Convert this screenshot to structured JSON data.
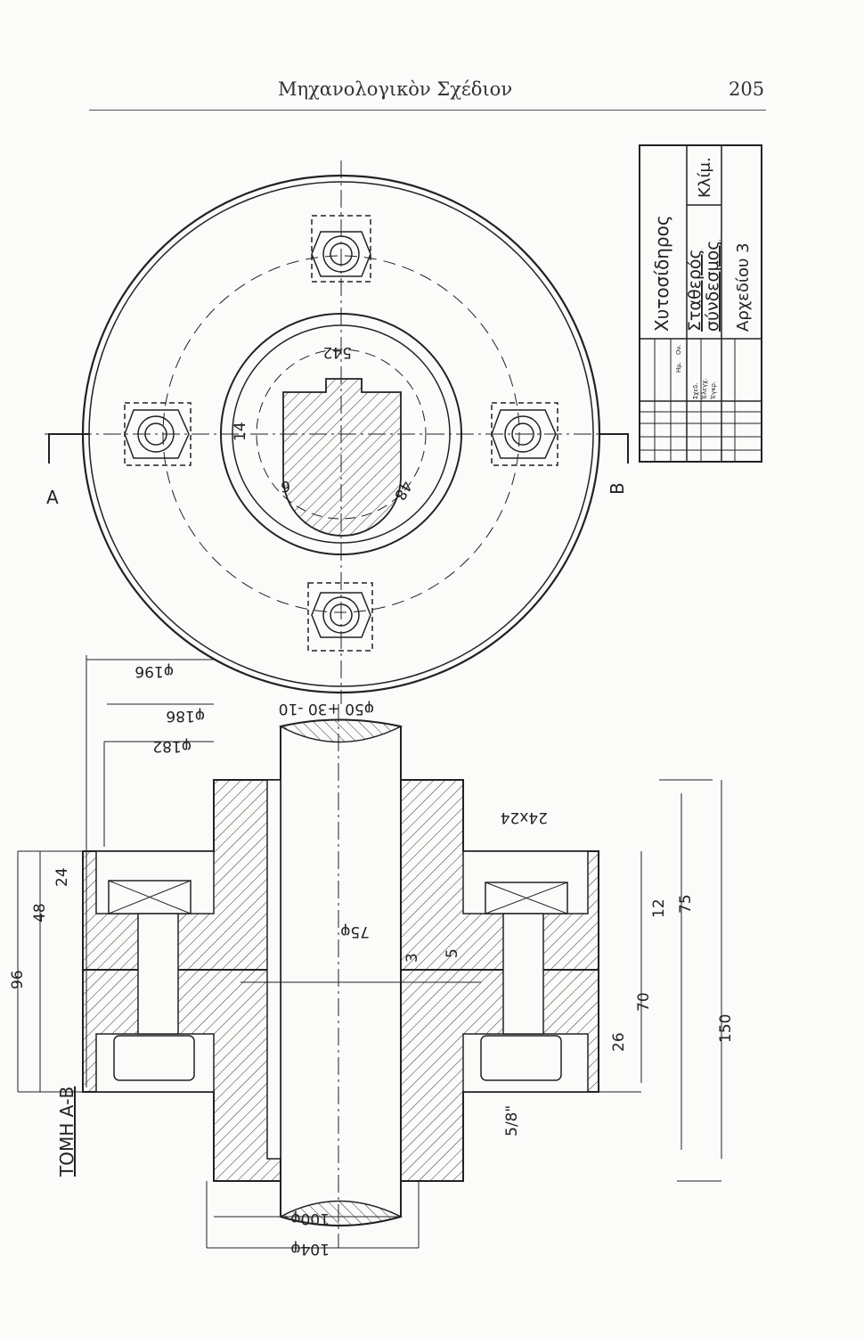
{
  "header": {
    "title": "Μηχανολογικὸν Σχέδιον",
    "page_number": "205"
  },
  "section_marks": {
    "a": "A",
    "b": "B",
    "section_title": "ΤΟΜΗ Α-Β"
  },
  "title_block": {
    "material": "Χυτοσίδηρος",
    "name_line1": "Σταθερός",
    "name_line2": "σύνδεσμος",
    "scale_label": "Κλίμ.",
    "archive": "Αρχεδίου 3",
    "drawn": "Σχεδ.",
    "checked": "Έλεγχ.",
    "approved": "Έγκρ.",
    "date_col": "Ημ.",
    "name_col": "Ον."
  },
  "dimensions": {
    "d542": "542",
    "d14": "14",
    "d6": "6",
    "d48r": "48",
    "d196": "φ196",
    "d186": "φ186",
    "d182": "φ182",
    "d50": "φ50 +30 -10",
    "d24x24": "24x24",
    "d12": "12",
    "d75r": "75",
    "d70": "70",
    "d26": "26",
    "d150": "150",
    "d96": "96",
    "d48": "48",
    "d24": "24",
    "d75": "75φ",
    "d3": "3",
    "d5": "5",
    "d58": "5/8\"",
    "d100": "100φ",
    "d104": "104φ"
  }
}
